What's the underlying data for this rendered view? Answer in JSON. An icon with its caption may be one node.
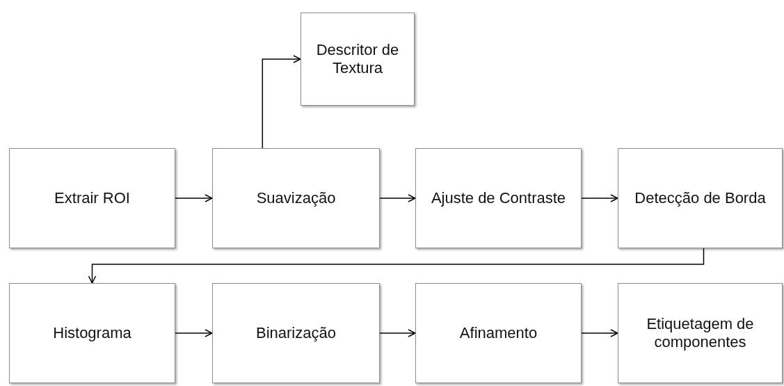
{
  "diagram": {
    "nodes": [
      {
        "text": [
          "Descritor de Textura"
        ]
      },
      {
        "text": [
          "Extrair ROI"
        ]
      },
      {
        "text": [
          "Suavização"
        ]
      },
      {
        "text": [
          "Ajuste de Contraste"
        ]
      },
      {
        "text": [
          "Detecção de Borda"
        ]
      },
      {
        "text": [
          "Histograma"
        ]
      },
      {
        "text": [
          "Binarização"
        ]
      },
      {
        "text": [
          "Afinamento"
        ]
      },
      {
        "text": [
          "Etiquetagem de componentes"
        ]
      }
    ],
    "edges": [
      {
        "from": 1,
        "to": 2,
        "arrow": "to"
      },
      {
        "from": 2,
        "to": 0,
        "arrow": "to"
      },
      {
        "from": 2,
        "to": 3,
        "arrow": "to"
      },
      {
        "from": 3,
        "to": 4,
        "arrow": "to"
      },
      {
        "from": 4,
        "to": 5,
        "arrow": "to"
      },
      {
        "from": 5,
        "to": 6,
        "arrow": "to"
      },
      {
        "from": 6,
        "to": 7,
        "arrow": "to"
      },
      {
        "from": 7,
        "to": 8,
        "arrow": "to"
      }
    ]
  }
}
